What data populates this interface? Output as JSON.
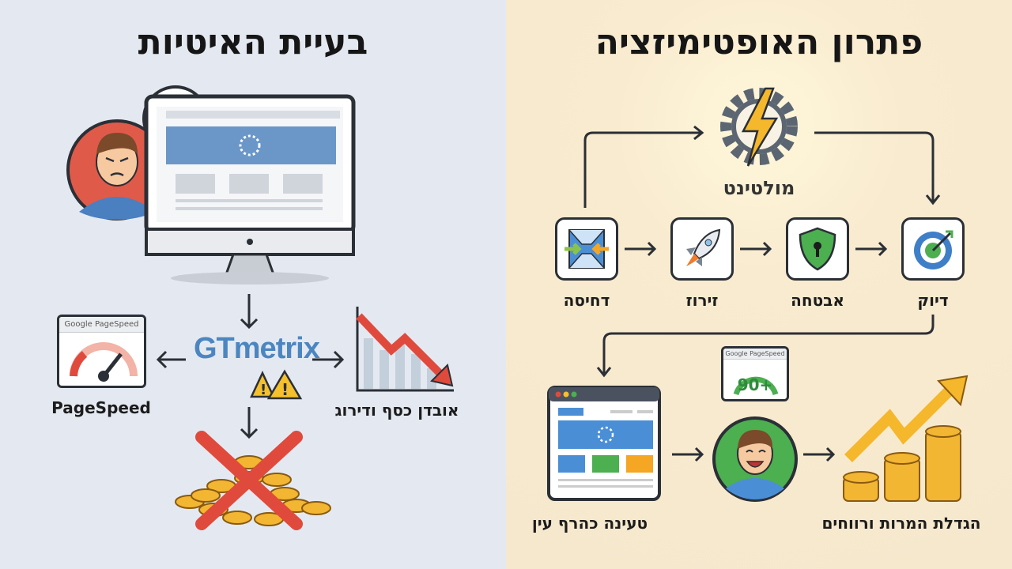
{
  "left": {
    "title": "בעיית האיטיות",
    "gtmetrix_logo": "GTmetrix",
    "pagespeed_card_header": "Google PageSpeed",
    "pagespeed_label": "PageSpeed",
    "loss_label": "אובדן כסף ודירוג"
  },
  "right": {
    "title": "פתרון האופטימיזציה",
    "engine_label": "מולטינט",
    "steps": [
      {
        "label": "דחיסה",
        "icon": "compress-icon"
      },
      {
        "label": "זירוז",
        "icon": "rocket-icon"
      },
      {
        "label": "אבטחה",
        "icon": "shield-icon"
      },
      {
        "label": "דיוק",
        "icon": "target-icon"
      }
    ],
    "pagespeed_card_header": "Google PageSpeed",
    "score": "90+",
    "fast_load_label": "טעינה כהרף עין",
    "growth_label": "הגדלת המרות ורווחים"
  },
  "colors": {
    "left_bg": "#e4e9f1",
    "right_bg": "#f9ebcf",
    "red": "#e04a3c",
    "green": "#4caf50",
    "gold": "#f2b632"
  }
}
